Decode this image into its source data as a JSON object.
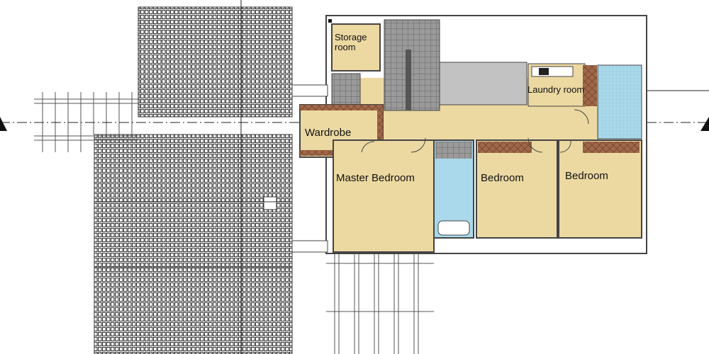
{
  "rooms": {
    "storage": "Storage room",
    "storage_line1": "Storage",
    "storage_line2": "room",
    "laundry": "Laundry room",
    "wardrobe": "Wardrobe",
    "master_bedroom": "Master Bedroom",
    "bedroom_1": "Bedroom",
    "bedroom_2": "Bedroom"
  },
  "colors": {
    "floor": "#ecd9a2",
    "bath": "#a9d9ea",
    "stairs": "#7c7c7c",
    "terrace": "#bdbdbd",
    "wall": "#444444",
    "wood": "#a0684a",
    "roof": "#555555"
  }
}
